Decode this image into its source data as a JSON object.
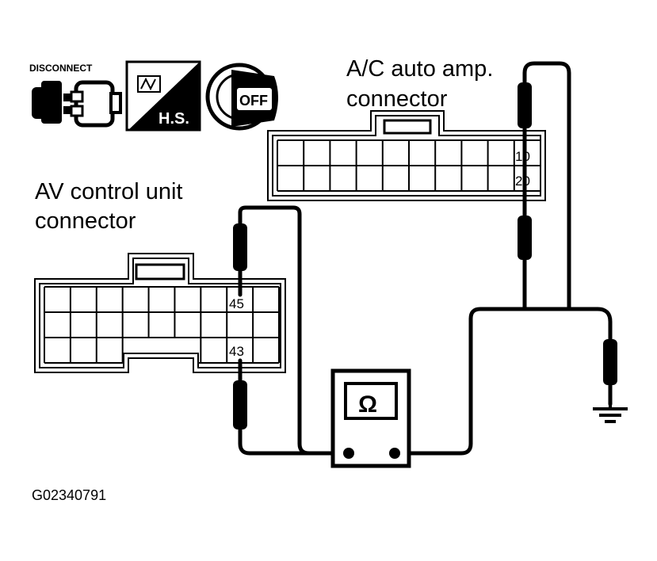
{
  "icons": {
    "disconnect_label": "DISCONNECT",
    "hs_label": "H.S.",
    "off_label": "OFF"
  },
  "labels": {
    "ac_connector_line1": "A/C auto amp.",
    "ac_connector_line2": "connector",
    "av_connector_line1": "AV control unit",
    "av_connector_line2": "connector",
    "figure_code": "G02340791"
  },
  "pins": {
    "ac_pin_top": "10",
    "ac_pin_bottom": "20",
    "av_pin_top": "45",
    "av_pin_bottom": "43"
  },
  "meter": {
    "symbol": "Ω"
  }
}
